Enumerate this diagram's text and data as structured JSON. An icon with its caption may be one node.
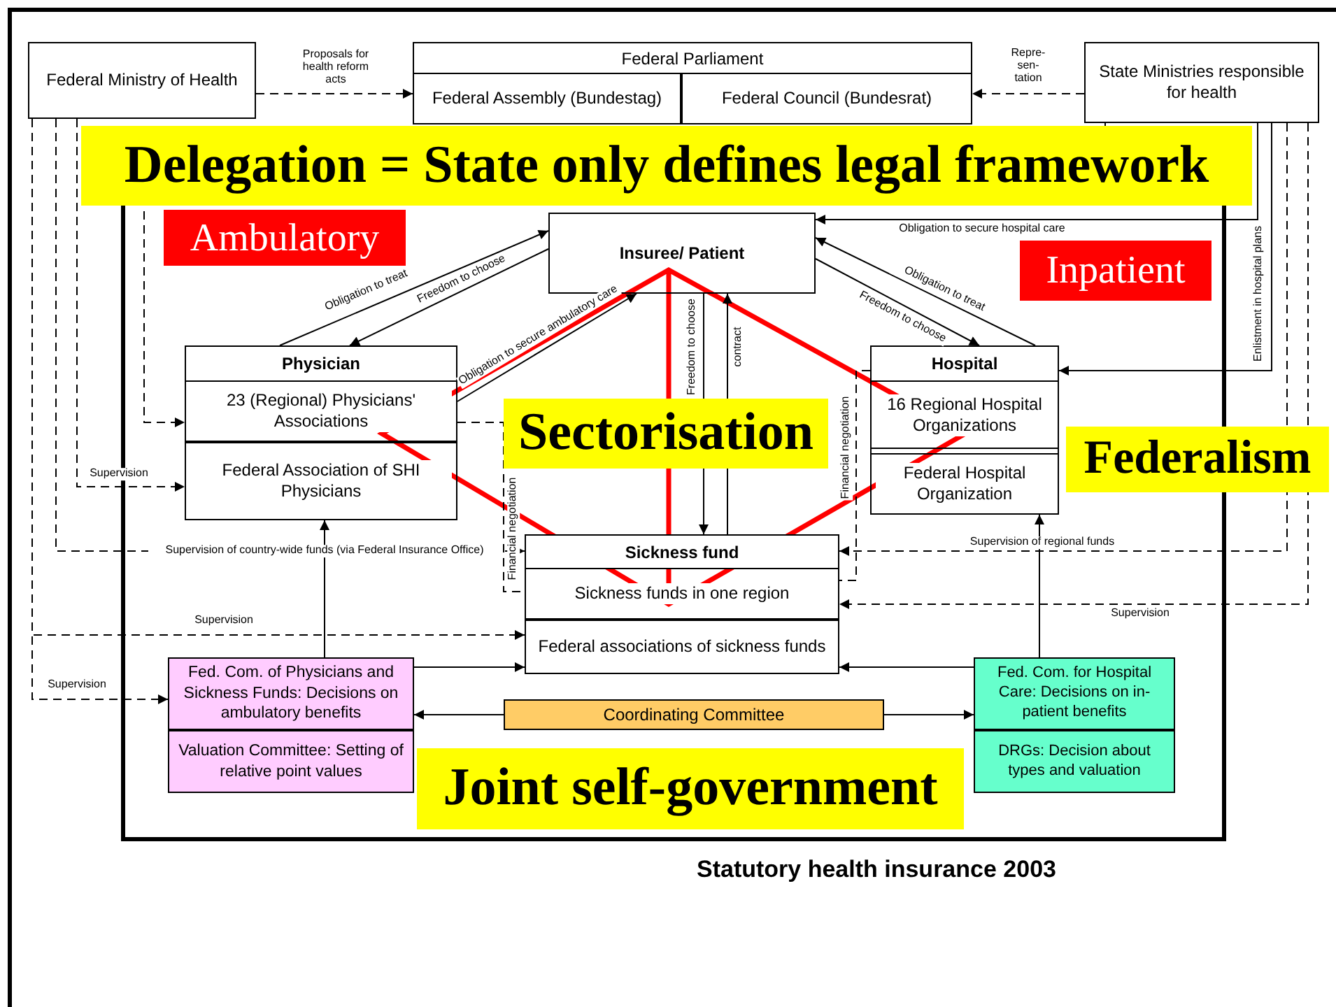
{
  "diagram": {
    "caption": "Statutory health insurance 2003",
    "nodes": [
      {
        "text": [
          "Federal Ministry of Health"
        ]
      },
      {
        "text": [
          "Federal Parliament"
        ]
      },
      {
        "text": [
          "Federal Assembly (Bundestag)"
        ],
        "in": 1
      },
      {
        "text": [
          "Federal Council (Bundesrat)"
        ],
        "in": 1
      },
      {
        "text": [
          "State Ministries responsible for health"
        ]
      },
      {
        "text": [
          "Insuree/ Patient"
        ]
      },
      {
        "text": [
          "Physician"
        ]
      },
      {
        "text": [
          "23 (Regional) Physicians' Associations"
        ],
        "in": 6
      },
      {
        "text": [
          "Federal Association of SHI Physicians"
        ],
        "in": 6
      },
      {
        "text": [
          "Hospital"
        ]
      },
      {
        "text": [
          "16 Regional Hospital Organizations"
        ],
        "in": 9
      },
      {
        "text": [
          "Federal Hospital Organization"
        ],
        "in": 9
      },
      {
        "text": [
          "Sickness fund"
        ]
      },
      {
        "text": [
          "Sickness funds in one region"
        ],
        "in": 12
      },
      {
        "text": [
          "Federal associations of sickness funds"
        ],
        "in": 12
      },
      {
        "text": [
          "Fed. Com. of Physicians and Sickness Funds: Decisions on ambulatory benefits"
        ]
      },
      {
        "text": [
          "Valuation Committee: Setting of relative point values"
        ]
      },
      {
        "text": [
          "Coordinating Committee"
        ]
      },
      {
        "text": [
          "Fed. Com. for Hospital Care: Decisions on in-patient benefits"
        ]
      },
      {
        "text": [
          "DRGs: Decision about types and valuation"
        ]
      }
    ],
    "labels": [
      "Delegation = State only defines legal framework",
      "Ambulatory",
      "Inpatient",
      "Sectorisation",
      "Federalism",
      "Joint self-government"
    ],
    "edges": [
      {
        "from": 0,
        "to": 2,
        "arrow": "to",
        "style": "dashed",
        "label": "Proposals for health reform acts"
      },
      {
        "from": 4,
        "to": 3,
        "arrow": "to",
        "style": "dashed",
        "label": "Repre- sen- tation"
      },
      {
        "from": 6,
        "to": 5,
        "arrow": "to",
        "label": "Obligation to treat"
      },
      {
        "from": 5,
        "to": 6,
        "arrow": "to",
        "label": "Freedom to choose"
      },
      {
        "from": 9,
        "to": 5,
        "arrow": "to",
        "label": "Obligation to treat"
      },
      {
        "from": 5,
        "to": 9,
        "arrow": "to",
        "label": "Freedom to choose"
      },
      {
        "from": 4,
        "to": 5,
        "arrow": "to",
        "label": "Obligation to secure hospital care"
      },
      {
        "from": 7,
        "to": 5,
        "arrow": "to",
        "label": "Obligation to secure ambulatory care"
      },
      {
        "from": 5,
        "to": 12,
        "arrow": "to",
        "label": "Freedom to choose"
      },
      {
        "from": 12,
        "to": 5,
        "arrow": "to",
        "label": "contract"
      },
      {
        "from": 4,
        "to": 9,
        "arrow": "to",
        "label": "Enlistment in hospital plans"
      },
      {
        "from": 4,
        "to": 7,
        "arrow": "to",
        "style": "dashed"
      },
      {
        "from": 0,
        "to": 8,
        "arrow": "to",
        "style": "dashed",
        "label": "Supervision"
      },
      {
        "from": 0,
        "to": 12,
        "arrow": "to",
        "style": "dashed",
        "label": "Supervision of country-wide funds (via Federal Insurance Office)"
      },
      {
        "from": 0,
        "to": 14,
        "arrow": "to",
        "style": "dashed",
        "label": "Supervision"
      },
      {
        "from": 0,
        "to": 15,
        "arrow": "to",
        "style": "dashed",
        "label": "Supervision"
      },
      {
        "from": 4,
        "to": 12,
        "arrow": "to",
        "style": "dashed",
        "label": "Supervision of regional funds"
      },
      {
        "from": 4,
        "to": 13,
        "arrow": "to",
        "style": "dashed",
        "label": "Supervision"
      },
      {
        "from": 7,
        "to": 13,
        "arrow": "none",
        "style": "dashed",
        "label": "Financial negotiation"
      },
      {
        "from": 9,
        "to": 13,
        "arrow": "none",
        "style": "dashed",
        "label": "Financial negotiation"
      },
      {
        "from": 15,
        "to": 8,
        "arrow": "to"
      },
      {
        "from": 18,
        "to": 11,
        "arrow": "to"
      },
      {
        "from": 15,
        "to": 14,
        "arrow": "to"
      },
      {
        "from": 18,
        "to": 14,
        "arrow": "to"
      },
      {
        "from": 17,
        "to": 15,
        "arrow": "to"
      },
      {
        "from": 17,
        "to": 18,
        "arrow": "to"
      }
    ]
  }
}
